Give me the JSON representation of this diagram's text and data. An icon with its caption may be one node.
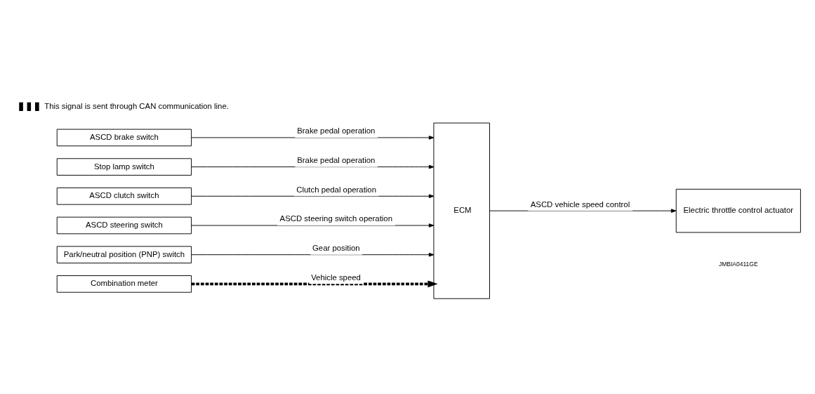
{
  "diagram": {
    "nodes": [
      {
        "text": [
          "ASCD brake switch"
        ]
      },
      {
        "text": [
          "Stop lamp switch"
        ]
      },
      {
        "text": [
          "ASCD clutch switch"
        ]
      },
      {
        "text": [
          "ASCD steering switch"
        ]
      },
      {
        "text": [
          "Park/neutral position (PNP) switch"
        ]
      },
      {
        "text": [
          "Combination meter"
        ]
      },
      {
        "text": [
          "ECM"
        ]
      },
      {
        "text": [
          "Electric throttle control actuator"
        ]
      }
    ],
    "edges": [
      {
        "from": 0,
        "to": 6,
        "arrow": "to",
        "label": "Brake pedal operation"
      },
      {
        "from": 1,
        "to": 6,
        "arrow": "to",
        "label": "Brake pedal operation"
      },
      {
        "from": 2,
        "to": 6,
        "arrow": "to",
        "label": "Clutch pedal operation"
      },
      {
        "from": 3,
        "to": 6,
        "arrow": "to",
        "label": "ASCD steering switch operation"
      },
      {
        "from": 4,
        "to": 6,
        "arrow": "to",
        "label": "Gear position"
      },
      {
        "from": 5,
        "to": 6,
        "arrow": "to",
        "label": "Vehicle speed",
        "style": "dashed"
      },
      {
        "from": 6,
        "to": 7,
        "arrow": "to",
        "label": "ASCD vehicle speed control"
      }
    ],
    "labels": [
      "JMBIA0411GE"
    ],
    "legend": [
      {
        "text": "This signal is sent through CAN communication line."
      }
    ]
  }
}
